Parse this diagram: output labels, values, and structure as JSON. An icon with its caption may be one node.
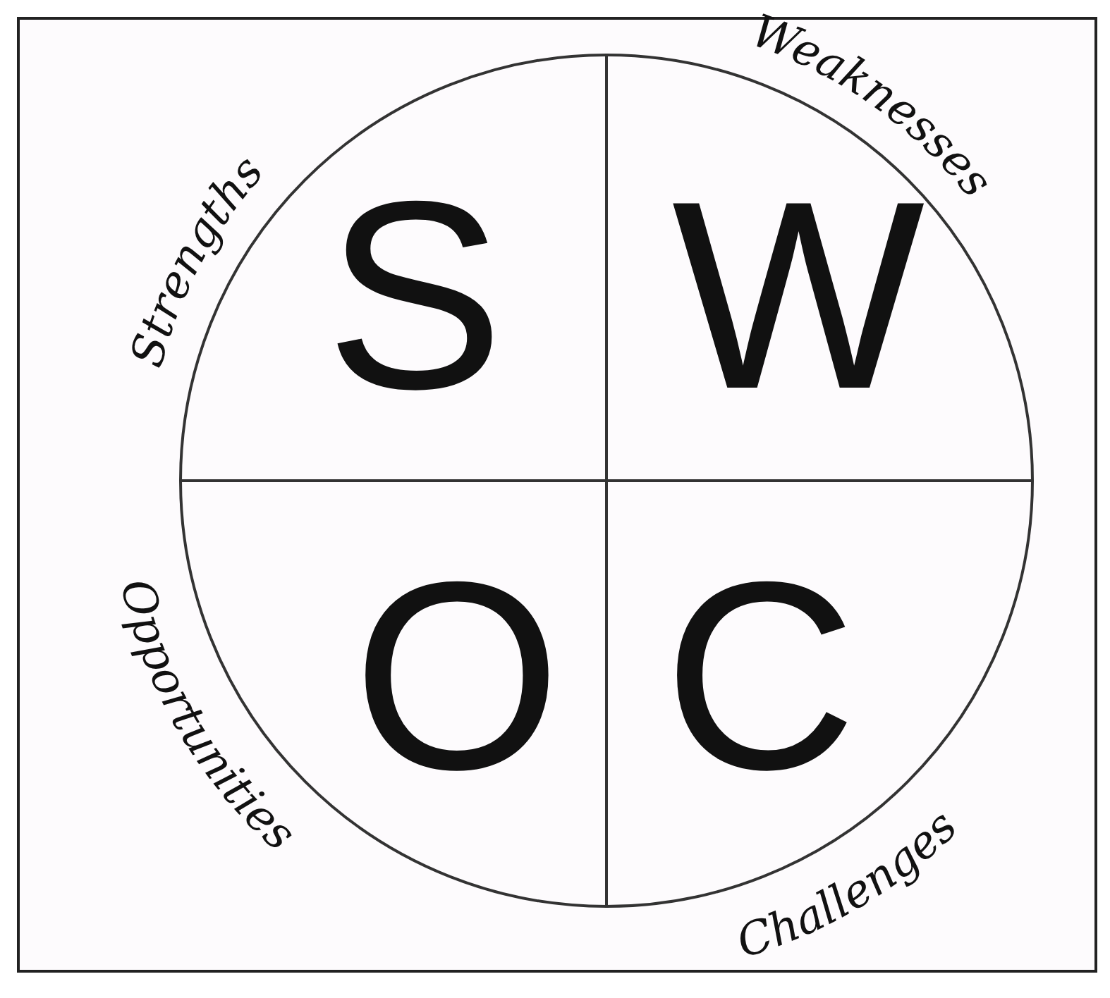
{
  "diagram": {
    "nodes": [
      {
        "text": [],
        "shape": "circle"
      },
      {
        "text": [
          "S"
        ],
        "beside": [
          "Strengths"
        ],
        "in": 0
      },
      {
        "text": [
          "W"
        ],
        "beside": [
          "Weaknesses"
        ],
        "in": 0
      },
      {
        "text": [
          "O"
        ],
        "beside": [
          "Opportunities"
        ],
        "in": 0
      },
      {
        "text": [
          "C"
        ],
        "beside": [
          "Challenges"
        ],
        "in": 0
      }
    ],
    "edges": []
  }
}
